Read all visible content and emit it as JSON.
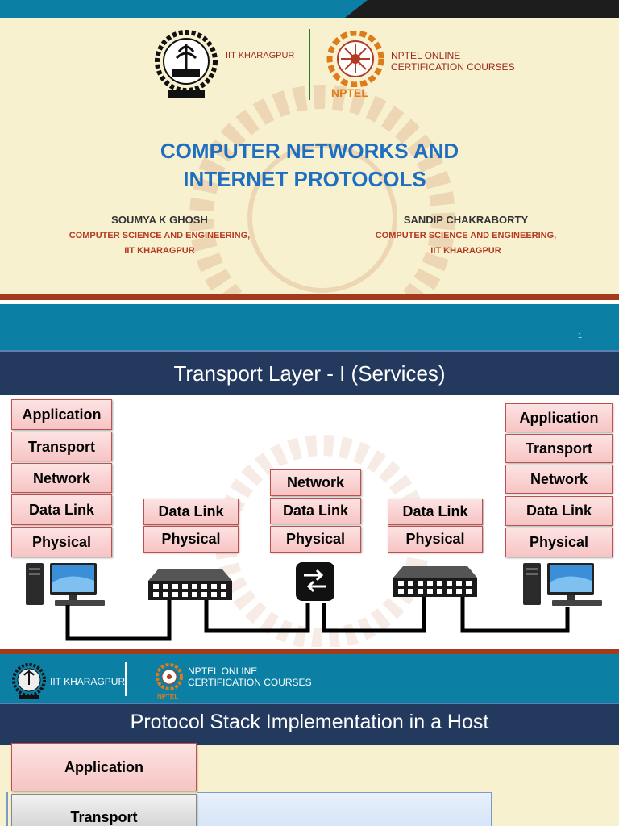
{
  "slide1": {
    "iit_name": "IIT KHARAGPUR",
    "nptel_line1": "NPTEL ONLINE",
    "nptel_line2": "CERTIFICATION COURSES",
    "nptel_word": "NPTEL",
    "title_line1": "COMPUTER NETWORKS AND",
    "title_line2": "INTERNET PROTOCOLS",
    "author1": {
      "name": "SOUMYA K GHOSH",
      "dept": "COMPUTER SCIENCE AND ENGINEERING,",
      "inst": "IIT KHARAGPUR"
    },
    "author2": {
      "name": "SANDIP CHAKRABORTY",
      "dept": "COMPUTER SCIENCE AND ENGINEERING,",
      "inst": "IIT KHARAGPUR"
    }
  },
  "slide2": {
    "page_number": "1",
    "title": "Transport Layer - I (Services)",
    "host_left_layers": [
      "Application",
      "Transport",
      "Network",
      "Data Link",
      "Physical"
    ],
    "switch_left_layers": [
      "Data Link",
      "Physical"
    ],
    "router_layers": [
      "Network",
      "Data Link",
      "Physical"
    ],
    "switch_right_layers": [
      "Data Link",
      "Physical"
    ],
    "host_right_layers": [
      "Application",
      "Transport",
      "Network",
      "Data Link",
      "Physical"
    ]
  },
  "slide3": {
    "iit_name": "IIT KHARAGPUR",
    "nptel_line1": "NPTEL ONLINE",
    "nptel_line2": "CERTIFICATION COURSES",
    "nptel_word": "NPTEL",
    "title": "Protocol Stack Implementation in a Host",
    "layers": [
      "Application",
      "Transport"
    ]
  },
  "colors": {
    "header_teal": "#0b7fa4",
    "title_navy": "#23395d",
    "cream": "#f8f1cf",
    "layer_pink": "#f7c4c4",
    "title_blue": "#1f6fc1",
    "dept_red": "#b43a24"
  }
}
